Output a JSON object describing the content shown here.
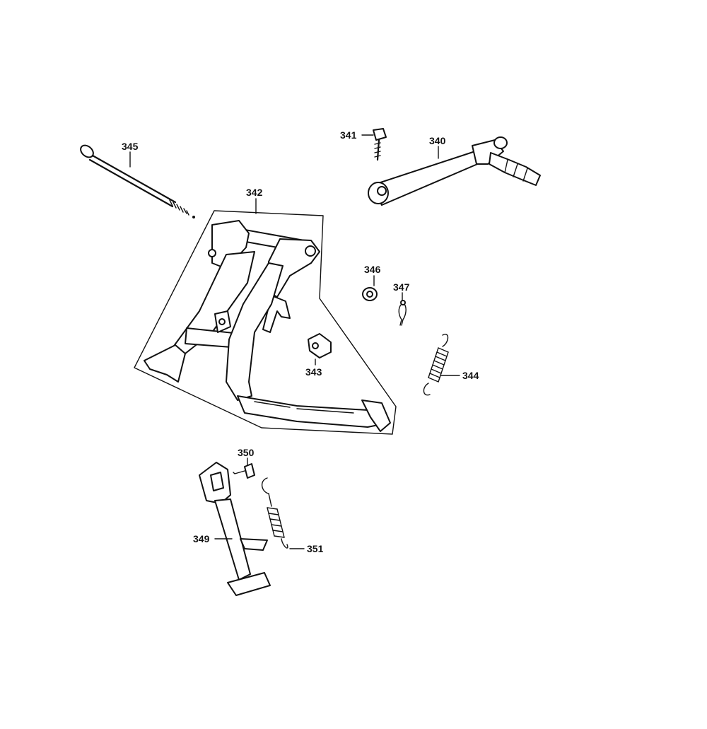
{
  "diagram": {
    "background": "#ffffff",
    "ink": "#111111",
    "callouts": {
      "p340": "340",
      "p341": "341",
      "p342": "342",
      "p343": "343",
      "p344": "344",
      "p345": "345",
      "p346": "346",
      "p347": "347",
      "p349": "349",
      "p350": "350",
      "p351": "351"
    }
  }
}
